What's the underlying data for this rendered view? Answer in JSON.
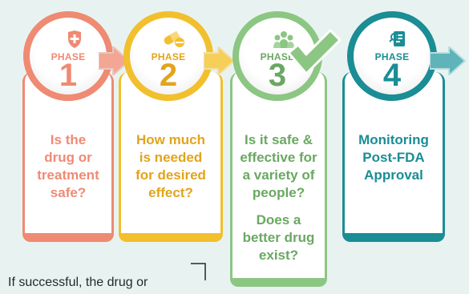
{
  "colors": {
    "phase1": "#ef8a73",
    "phase2": "#f2bf2d",
    "phase3": "#8cc683",
    "phase4": "#1a8d95",
    "text_dark": "#1f2a2a"
  },
  "phases": [
    {
      "label": "PHASE",
      "number": "1",
      "icon": "shield-cross-icon",
      "question": [
        "Is the",
        "drug or",
        "treatment",
        "safe?"
      ]
    },
    {
      "label": "PHASE",
      "number": "2",
      "icon": "pills-icon",
      "question": [
        "How much",
        "is needed",
        "for desired",
        "effect?"
      ]
    },
    {
      "label": "PHASE",
      "number": "3",
      "icon": "people-group-icon",
      "question": [
        "Is it safe &",
        "effective for",
        "a variety of",
        "people?"
      ],
      "question2": [
        "Does a",
        "better drug",
        "exist?"
      ]
    },
    {
      "label": "PHASE",
      "number": "4",
      "icon": "document-search-icon",
      "question": [
        "Monitoring",
        "Post-FDA",
        "Approval"
      ]
    }
  ],
  "footnote": "If successful, the drug or"
}
